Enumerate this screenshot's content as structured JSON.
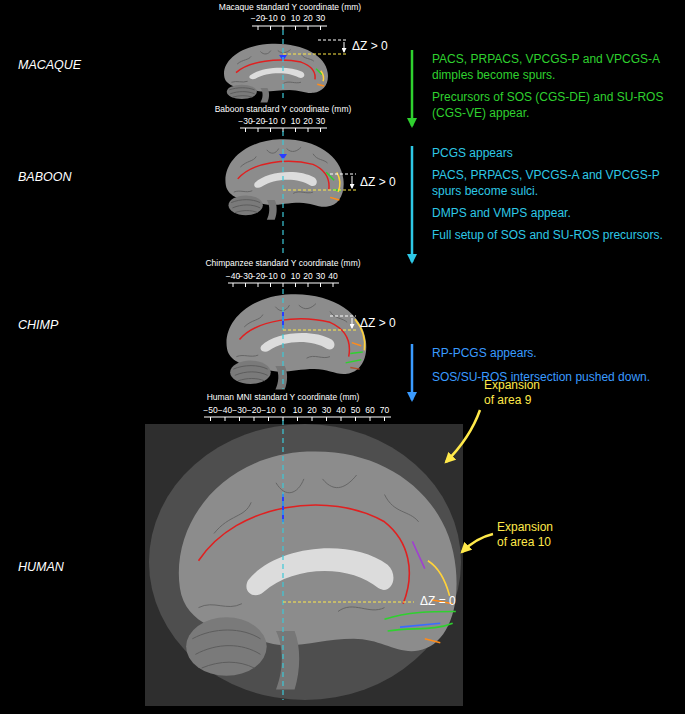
{
  "diagram": {
    "labels": [
      "Macaque standard Y coordinate (mm)",
      "−20",
      "−10",
      "0",
      "10",
      "20",
      "30",
      "MACAQUE",
      "ΔZ > 0",
      "PACS, PRPACS, VPCGS-P and VPCGS-A dimples become spurs.",
      "Precursors of SOS (CGS-DE) and SU-ROS (CGS-VE) appear.",
      "Baboon standard Y coordinate (mm)",
      "−30",
      "−20",
      "−10",
      "0",
      "10",
      "20",
      "30",
      "BABOON",
      "ΔZ > 0",
      "PCGS appears",
      "PACS, PRPACS, VPCGS-A and VPCGS-P spurs become sulci.",
      "DMPS and VMPS appear.",
      "Full setup of SOS and SU-ROS precursors.",
      "Chimpanzee standard Y coordinate (mm)",
      "−40",
      "−30",
      "−20",
      "−10",
      "0",
      "10",
      "20",
      "30",
      "40",
      "CHIMP",
      "ΔZ > 0",
      "RP-PCGS appears.",
      "SOS/SU-ROS intersection pushed down.",
      "Human MNI standard Y coordinate (mm)",
      "−50",
      "−40",
      "−30",
      "−20",
      "−10",
      "0",
      "10",
      "20",
      "30",
      "40",
      "50",
      "60",
      "70",
      "Expansion of area 9",
      "HUMAN",
      "Expansion of area 10",
      "ΔZ = 0"
    ]
  }
}
